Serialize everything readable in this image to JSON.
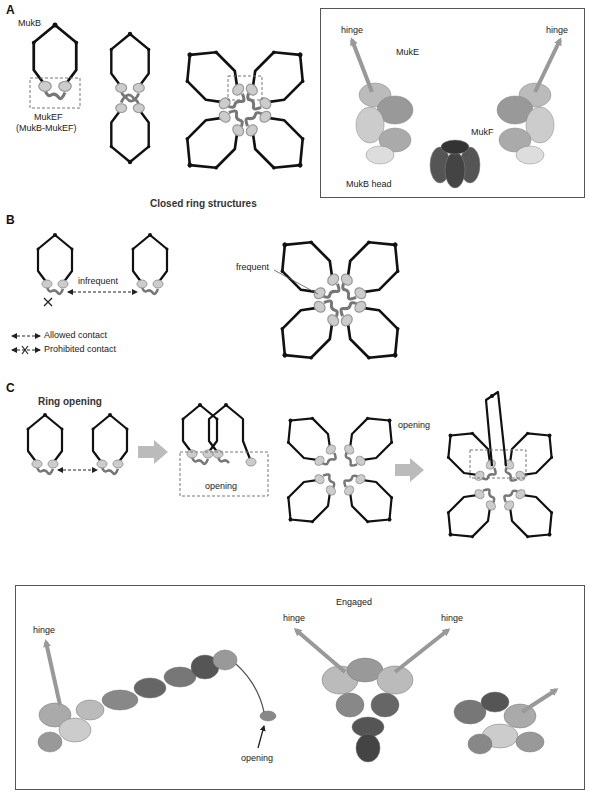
{
  "diagram": {
    "nodes": [
      {
        "text": [
          "hinge",
          "hinge",
          "MukE",
          "MukF",
          "MukB head"
        ]
      },
      {
        "text": [
          "hinge",
          "Engaged",
          "hinge",
          "hinge",
          "opening"
        ]
      }
    ],
    "labels": [
      "A",
      "MukB",
      "MukEF",
      "(MukB-MukEF)",
      "Closed ring structures",
      "B",
      "infrequent",
      "frequent",
      "C",
      "Ring opening",
      "opening",
      "opening"
    ],
    "legend": [
      {
        "text": "Allowed contact"
      },
      {
        "text": "Prohibited contact"
      }
    ]
  }
}
